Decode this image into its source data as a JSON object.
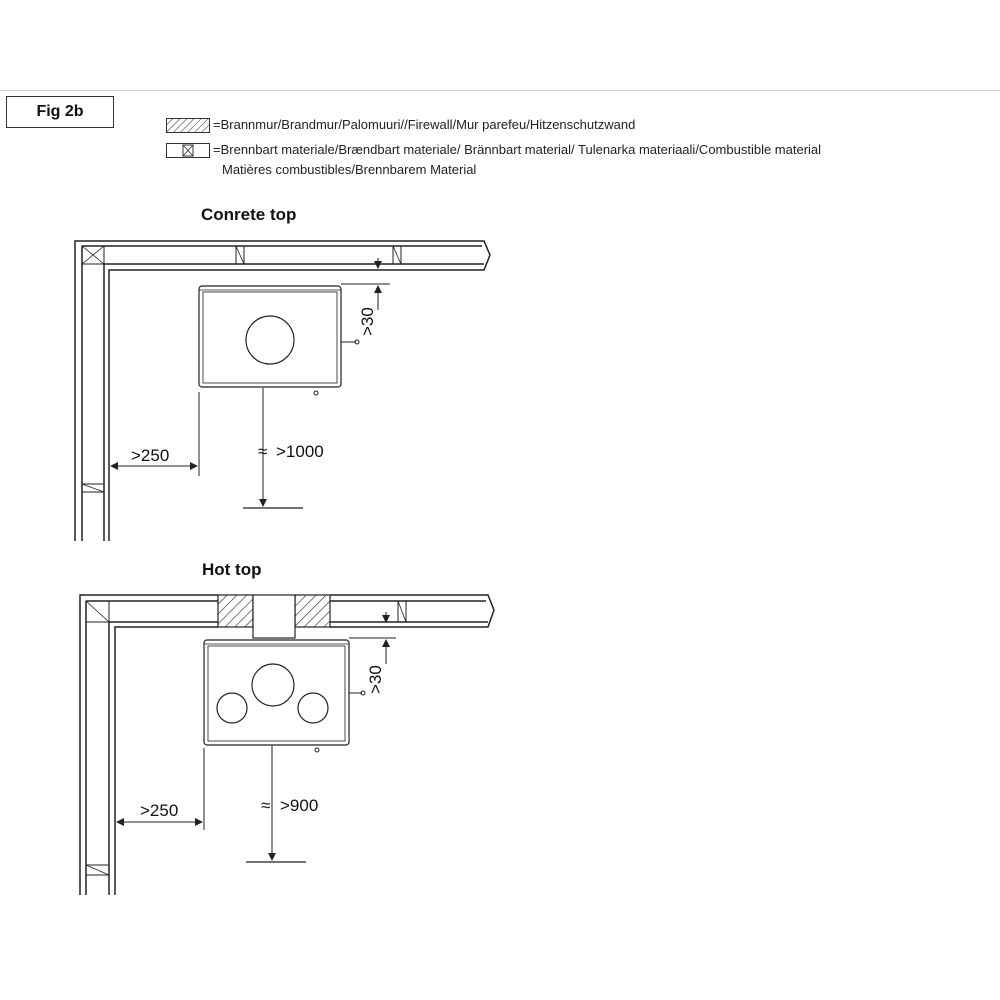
{
  "figure": {
    "label": "Fig 2b"
  },
  "legend": {
    "firewall": "=Brannmur/Brandmur/Palomuuri//Firewall/Mur parefeu/Hitzenschutzwand",
    "combustible_line1": "=Brennbart materiale/Brændbart materiale/ Brännbart material/ Tulenarka materiaali/Combustible material",
    "combustible_line2": "Matières combustibles/Brennbarem Material"
  },
  "sections": {
    "concrete": {
      "title": "Conrete top",
      "dim_top": ">30",
      "dim_side": ">250",
      "dim_front": ">1000",
      "approx_symbol": "≈"
    },
    "hot": {
      "title": "Hot top",
      "dim_top": ">30",
      "dim_side": ">250",
      "dim_front": ">900",
      "approx_symbol": "≈"
    }
  },
  "colors": {
    "line": "#222222",
    "hatch": "#444444"
  }
}
